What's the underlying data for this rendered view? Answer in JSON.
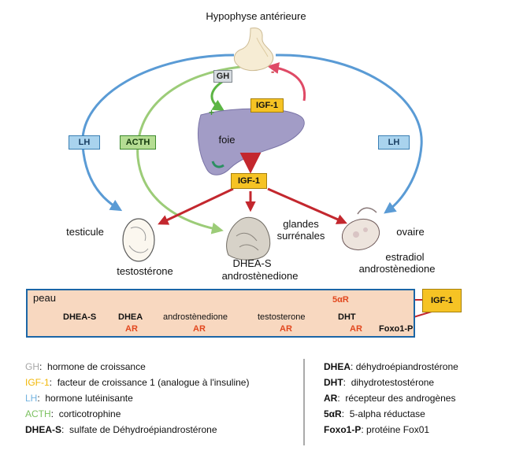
{
  "title": "Hypophyse antérieure",
  "organs": {
    "liver": "foie",
    "testis": "testicule",
    "adrenal_line1": "glandes",
    "adrenal_line2": "surrénales",
    "ovary": "ovaire",
    "skin": "peau"
  },
  "hormone_boxes": {
    "gh": "GH",
    "igf1_top": "IGF-1",
    "igf1_liver": "IGF-1",
    "igf1_side": "IGF-1",
    "lh_left": "LH",
    "lh_right": "LH",
    "acth": "ACTH"
  },
  "signs": {
    "plus": "+",
    "minus": "-"
  },
  "products": {
    "testis": "testostérone",
    "adrenal_line1": "DHEA-S",
    "adrenal_line2": "androstènedione",
    "ovary_line1": "estradiol",
    "ovary_line2": "androstènedione"
  },
  "skin_pathway": {
    "steps": [
      "DHEA-S",
      "DHEA",
      "androstènedione",
      "testosterone",
      "DHT"
    ],
    "receptor": "AR",
    "enzyme": "5αR",
    "foxo": "Foxo1-P"
  },
  "legend_left": [
    {
      "key": "GH",
      "sep": ":",
      "text": "hormone de croissance",
      "color": "#a6a6a6"
    },
    {
      "key": "IGF-1",
      "sep": ":",
      "text": "facteur de croissance 1 (analogue à l'insuline)",
      "color": "#f2b705"
    },
    {
      "key": "LH",
      "sep": ":",
      "text": "hormone lutéinisante",
      "color": "#73b3e0"
    },
    {
      "key": "ACTH",
      "sep": ":",
      "text": "corticotrophine",
      "color": "#7cc160"
    },
    {
      "key": "DHEA-S",
      "sep": ":",
      "text": "sulfate de Déhydroépiandrostérone",
      "color": "#111111"
    }
  ],
  "legend_right": [
    {
      "key": "DHEA",
      "sep": ":",
      "text": "déhydroépiandrostérone"
    },
    {
      "key": "DHT",
      "sep": ":",
      "text": "dihydrotestostérone"
    },
    {
      "key": "AR",
      "sep": ":",
      "text": "récepteur des androgènes"
    },
    {
      "key": "5αR",
      "sep": ":",
      "text": "5-alpha réductase"
    },
    {
      "key": "Foxo1-P",
      "sep": ":",
      "text": "protéine Fox01"
    }
  ],
  "colors": {
    "lh_arrow": "#5a9bd5",
    "acth_arrow": "#9ccc78",
    "gh_arrow": "#5cb544",
    "red_arrow": "#c3272e",
    "pink_arrow": "#df4a66",
    "skin_bg": "#f8d8c0",
    "skin_border": "#1b66a6",
    "ar_text": "#e2471e"
  }
}
